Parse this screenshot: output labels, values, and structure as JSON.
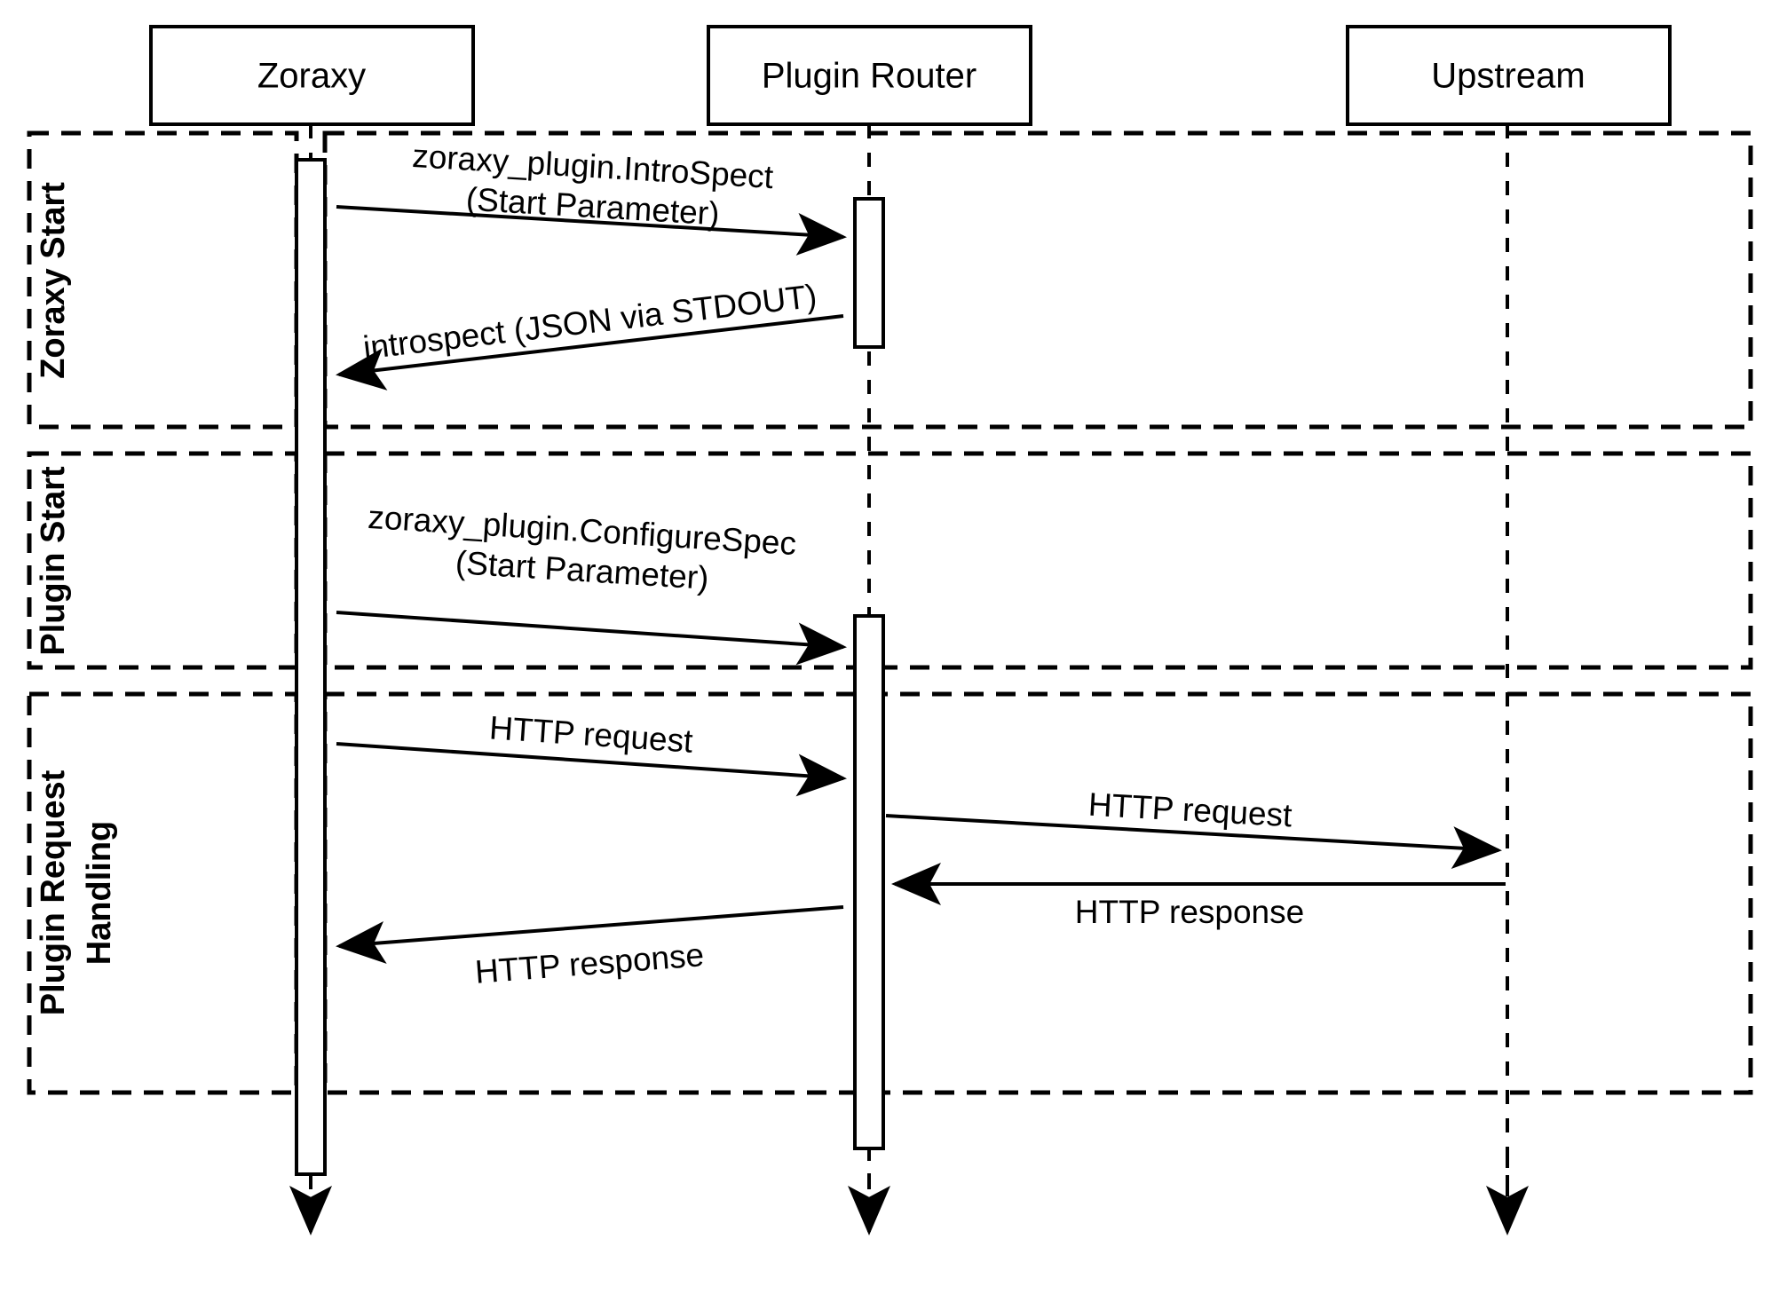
{
  "diagram": {
    "kind": "uml-sequence-diagram",
    "background_color": "#ffffff",
    "line_color": "#000000",
    "participants": [
      {
        "id": "zoraxy",
        "label": "Zoraxy"
      },
      {
        "id": "plugin_router",
        "label": "Plugin Router"
      },
      {
        "id": "upstream",
        "label": "Upstream"
      }
    ],
    "fragments": [
      {
        "id": "zoraxy_start",
        "label": "Zoraxy Start",
        "label_lines": [
          "Zoraxy Start"
        ]
      },
      {
        "id": "plugin_start",
        "label": "Plugin Start",
        "label_lines": [
          "Plugin Start"
        ]
      },
      {
        "id": "plugin_request_handling",
        "label": "Plugin Request Handling",
        "label_lines": [
          "Plugin Request",
          "Handling"
        ]
      }
    ],
    "messages": [
      {
        "id": "m1",
        "from": "zoraxy",
        "to": "plugin_router",
        "direction": "right",
        "fragment": "zoraxy_start",
        "label_lines": [
          "zoraxy_plugin.IntroSpect",
          "(Start Parameter)"
        ]
      },
      {
        "id": "m2",
        "from": "plugin_router",
        "to": "zoraxy",
        "direction": "left",
        "fragment": "zoraxy_start",
        "label_lines": [
          "introspect (JSON via STDOUT)"
        ]
      },
      {
        "id": "m3",
        "from": "zoraxy",
        "to": "plugin_router",
        "direction": "right",
        "fragment": "plugin_start",
        "label_lines": [
          "zoraxy_plugin.ConfigureSpec",
          "(Start Parameter)"
        ]
      },
      {
        "id": "m4",
        "from": "zoraxy",
        "to": "plugin_router",
        "direction": "right",
        "fragment": "plugin_request_handling",
        "label_lines": [
          "HTTP request"
        ]
      },
      {
        "id": "m5",
        "from": "plugin_router",
        "to": "upstream",
        "direction": "right",
        "fragment": "plugin_request_handling",
        "label_lines": [
          "HTTP request"
        ]
      },
      {
        "id": "m6",
        "from": "upstream",
        "to": "plugin_router",
        "direction": "left",
        "fragment": "plugin_request_handling",
        "label_lines": [
          "HTTP response"
        ]
      },
      {
        "id": "m7",
        "from": "plugin_router",
        "to": "zoraxy",
        "direction": "left",
        "fragment": "plugin_request_handling",
        "label_lines": [
          "HTTP response"
        ]
      }
    ]
  }
}
